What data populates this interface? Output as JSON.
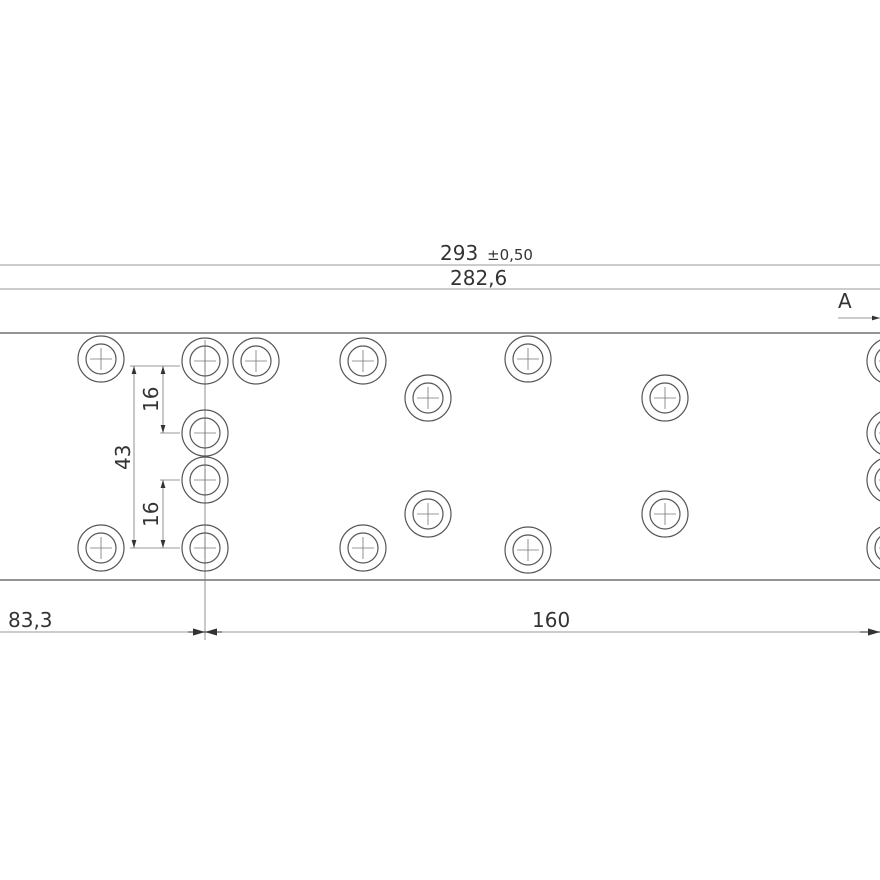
{
  "dimensions": {
    "overall_length": "293",
    "overall_tolerance": "±0,50",
    "inner_length": "282,6",
    "section_label": "A",
    "left_offset": "83,3",
    "hole_spacing": "160",
    "vertical_span": "43",
    "vertical_spacing_top": "16",
    "vertical_spacing_bottom": "16"
  },
  "colors": {
    "line": "#555555",
    "text": "#333333"
  }
}
